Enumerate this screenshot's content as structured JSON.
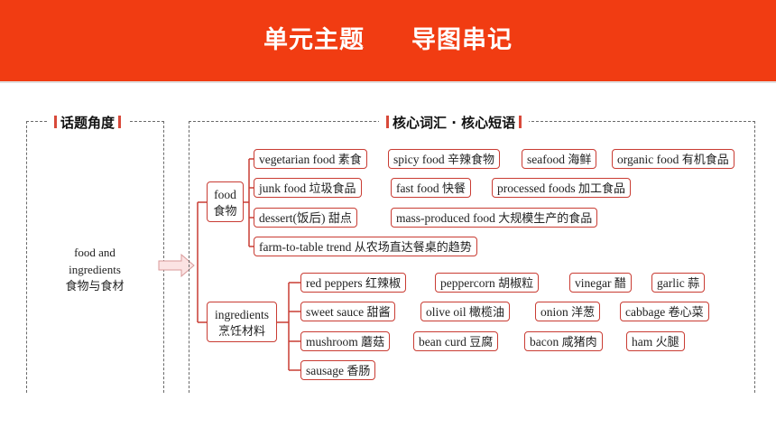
{
  "header": {
    "title_left": "单元主题",
    "title_right": "导图串记"
  },
  "left_panel": {
    "title": "话题角度",
    "topic_en_line1": "food and",
    "topic_en_line2": "ingredients",
    "topic_zh": "食物与食材"
  },
  "right_panel": {
    "title": "核心词汇 · 核心短语"
  },
  "categories": {
    "food": {
      "en": "food",
      "zh": "食物"
    },
    "ingredients": {
      "en": "ingredients",
      "zh": "烹饪材料"
    }
  },
  "food_items": [
    {
      "en": "vegetarian food",
      "zh": "素食"
    },
    {
      "en": "spicy food",
      "zh": "辛辣食物"
    },
    {
      "en": "seafood",
      "zh": "海鲜"
    },
    {
      "en": "organic food",
      "zh": "有机食品"
    },
    {
      "en": "junk food",
      "zh": "垃圾食品"
    },
    {
      "en": "fast food",
      "zh": "快餐"
    },
    {
      "en": "processed foods",
      "zh": "加工食品"
    },
    {
      "en": "dessert(饭后)",
      "zh": "甜点"
    },
    {
      "en": "mass-produced food",
      "zh": "大规模生产的食品"
    },
    {
      "en": "farm-to-table trend",
      "zh": "从农场直达餐桌的趋势"
    }
  ],
  "ingredient_items": [
    {
      "en": "red peppers",
      "zh": "红辣椒"
    },
    {
      "en": "peppercorn",
      "zh": "胡椒粒"
    },
    {
      "en": "vinegar",
      "zh": "醋"
    },
    {
      "en": "garlic",
      "zh": "蒜"
    },
    {
      "en": "sweet sauce",
      "zh": "甜酱"
    },
    {
      "en": "olive oil",
      "zh": "橄榄油"
    },
    {
      "en": "onion",
      "zh": "洋葱"
    },
    {
      "en": "cabbage",
      "zh": "卷心菜"
    },
    {
      "en": "mushroom",
      "zh": "蘑菇"
    },
    {
      "en": "bean curd",
      "zh": "豆腐"
    },
    {
      "en": "bacon",
      "zh": "咸猪肉"
    },
    {
      "en": "ham",
      "zh": "火腿"
    },
    {
      "en": "sausage",
      "zh": "香肠"
    }
  ],
  "colors": {
    "banner": "#f13c12",
    "chip_border": "#c93c33",
    "tree_line": "#c93c33"
  }
}
